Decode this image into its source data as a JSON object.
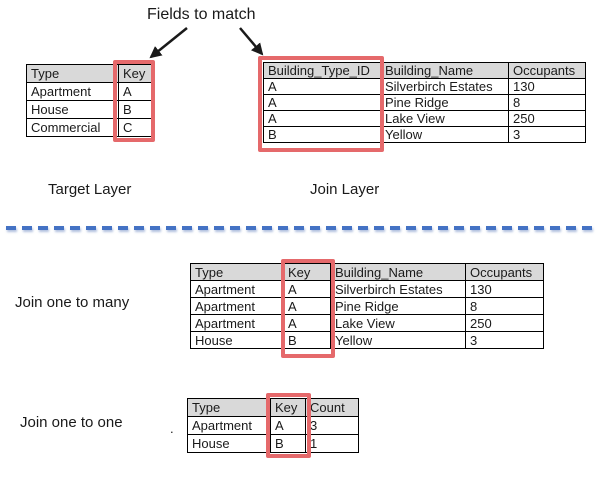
{
  "title": "Fields to match",
  "labels": {
    "target_layer": "Target Layer",
    "join_layer": "Join Layer",
    "join_one_to_many": "Join one to many",
    "join_one_to_one": "Join one to one",
    "stray_dot": "."
  },
  "icons": {
    "arrow_left": "down-left-arrow-icon",
    "arrow_right": "down-right-arrow-icon"
  },
  "colors": {
    "highlight_red": "#e5696b",
    "header_gray": "#d9d9d9",
    "divider_blue": "#4472c4",
    "table_border": "#000000"
  },
  "tables": {
    "target": {
      "headers": [
        "Type",
        "Key"
      ],
      "rows": [
        [
          "Apartment",
          "A"
        ],
        [
          "House",
          "B"
        ],
        [
          "Commercial",
          "C"
        ]
      ]
    },
    "join": {
      "headers": [
        "Building_Type_ID",
        "Building_Name",
        "Occupants"
      ],
      "rows": [
        [
          "A",
          "Silverbirch Estates",
          "130"
        ],
        [
          "A",
          "Pine Ridge",
          "8"
        ],
        [
          "A",
          "Lake View",
          "250"
        ],
        [
          "B",
          "Yellow",
          "3"
        ]
      ]
    },
    "one_to_many": {
      "headers": [
        "Type",
        "Key",
        "Building_Name",
        "Occupants"
      ],
      "rows": [
        [
          "Apartment",
          "A",
          "Silverbirch Estates",
          "130"
        ],
        [
          "Apartment",
          "A",
          "Pine Ridge",
          "8"
        ],
        [
          "Apartment",
          "A",
          "Lake View",
          "250"
        ],
        [
          "House",
          "B",
          "Yellow",
          "3"
        ]
      ]
    },
    "one_to_one": {
      "headers": [
        "Type",
        "Key",
        "Count"
      ],
      "rows": [
        [
          "Apartment",
          "A",
          "3"
        ],
        [
          "House",
          "B",
          "1"
        ]
      ]
    }
  }
}
